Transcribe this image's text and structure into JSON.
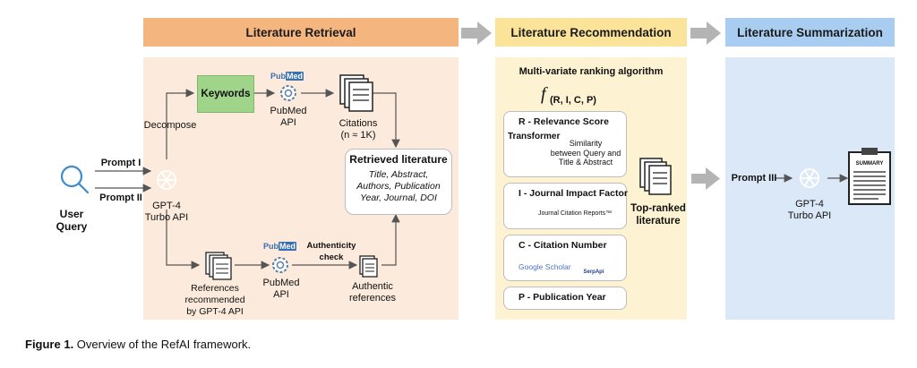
{
  "headers": {
    "retrieval": "Literature Retrieval",
    "recommendation": "Literature Recommendation",
    "summarization": "Literature Summarization"
  },
  "user_query": "User\nQuery",
  "prompt1": "Prompt I",
  "prompt2": "Prompt II",
  "prompt3": "Prompt III",
  "gpt4_api_1": "GPT-4\nTurbo API",
  "gpt4_api_2": "GPT-4\nTurbo API",
  "decompose": "Decompose",
  "keywords": "Keywords",
  "pubmed_logo": "PubMed",
  "pubmed_api_1": "PubMed\nAPI",
  "pubmed_api_2": "PubMed\nAPI",
  "citations": "Citations\n(n ≈ 1K)",
  "retrieved": {
    "title": "Retrieved literature",
    "fields": "Title, Abstract,\nAuthors, Publication\nYear, Journal, DOI"
  },
  "references": "References\nrecommended\nby GPT-4 API",
  "authenticity_check": "Authenticity\ncheck",
  "authentic_refs": "Authentic\nreferences",
  "ranking": {
    "title": "Multi-variate ranking algorithm",
    "formula_f": "f",
    "formula_args": "(R, I, C, P)"
  },
  "cards": {
    "r_title": "R - Relevance Score",
    "transformer": "Transformer",
    "similarity": "Similarity\nbetween Query and\nTitle & Abstract",
    "i_title": "I - Journal Impact Factor",
    "jcr": "Journal Citation Reports™",
    "c_title": "C - Citation Number",
    "google_scholar": "Google Scholar",
    "serpapi": "SerpApi",
    "p_title": "P - Publication Year"
  },
  "top_ranked": "Top-ranked\nliterature",
  "summary_label": "SUMMARY",
  "caption": {
    "label": "Figure 1.",
    "text": " Overview of the RefAI framework."
  },
  "colors": {
    "retrieval_header": "#f5b57f",
    "retrieval_panel": "#fcebdc",
    "recommendation_header": "#fbe39a",
    "recommendation_panel": "#fdf3d3",
    "summarization_header": "#a9cdf0",
    "summarization_panel": "#dbe8f8",
    "keywords_box": "#9fd48a",
    "gpt_logo": "#55a892",
    "arrow": "#555555",
    "big_arrow": "#b4b4b4"
  }
}
